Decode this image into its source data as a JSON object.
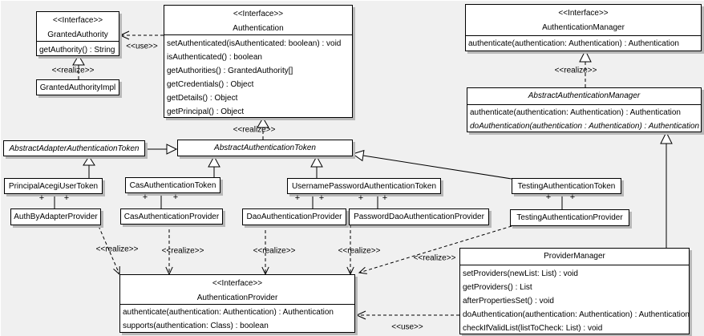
{
  "edge_labels": {
    "use": "<<use>>",
    "realize": "<<realize>>",
    "plus": "+"
  },
  "classes": {
    "granted_authority": {
      "stereotype": "<<Interface>>",
      "name": "GrantedAuthority",
      "methods": [
        "getAuthority() : String"
      ]
    },
    "granted_authority_impl": {
      "name": "GrantedAuthorityImpl"
    },
    "authentication": {
      "stereotype": "<<Interface>>",
      "name": "Authentication",
      "methods": [
        "setAuthenticated(isAuthenticated: boolean) : void",
        "isAuthenticated() : boolean",
        "getAuthorities() : GrantedAuthority[]",
        "getCredentials() : Object",
        "getDetails() : Object",
        "getPrincipal() : Object"
      ]
    },
    "authentication_manager": {
      "stereotype": "<<Interface>>",
      "name": "AuthenticationManager",
      "methods": [
        "authenticate(authentication: Authentication) : Authentication"
      ]
    },
    "abstract_authentication_manager": {
      "name": "AbstractAuthenticationManager",
      "methods": [
        "authenticate(authentication: Authentication) : Authentication",
        "doAuthentication(authentication : Authentication) : Authentication"
      ]
    },
    "abstract_adapter_authentication_token": {
      "name": "AbstractAdapterAuthenticationToken"
    },
    "abstract_authentication_token": {
      "name": "AbstractAuthenticationToken"
    },
    "principal_acegi_user_token": {
      "name": "PrincipalAcegiUserToken"
    },
    "cas_authentication_token": {
      "name": "CasAuthenticationToken"
    },
    "username_password_authentication_token": {
      "name": "UsernamePasswordAuthenticationToken"
    },
    "testing_authentication_token": {
      "name": "TestingAuthenticationToken"
    },
    "auth_by_adapter_provider": {
      "name": "AuthByAdapterProvider"
    },
    "cas_authentication_provider": {
      "name": "CasAuthenticationProvider"
    },
    "dao_authentication_provider": {
      "name": "DaoAuthenticationProvider"
    },
    "password_dao_authentication_provider": {
      "name": "PasswordDaoAuthenticationProvider"
    },
    "testing_authentication_provider": {
      "name": "TestingAuthenticationProvider"
    },
    "authentication_provider": {
      "stereotype": "<<Interface>>",
      "name": "AuthenticationProvider",
      "methods": [
        "authenticate(authentication: Authentication) : Authentication",
        "supports(authentication: Class) : boolean"
      ]
    },
    "provider_manager": {
      "name": "ProviderManager",
      "methods": [
        "setProviders(newList: List) : void",
        "getProviders() : List",
        "afterPropertiesSet() : void",
        "doAuthentication(authentication: Authentication) : Authentication",
        "checkIfValidList(listToCheck: List) : void"
      ]
    }
  }
}
